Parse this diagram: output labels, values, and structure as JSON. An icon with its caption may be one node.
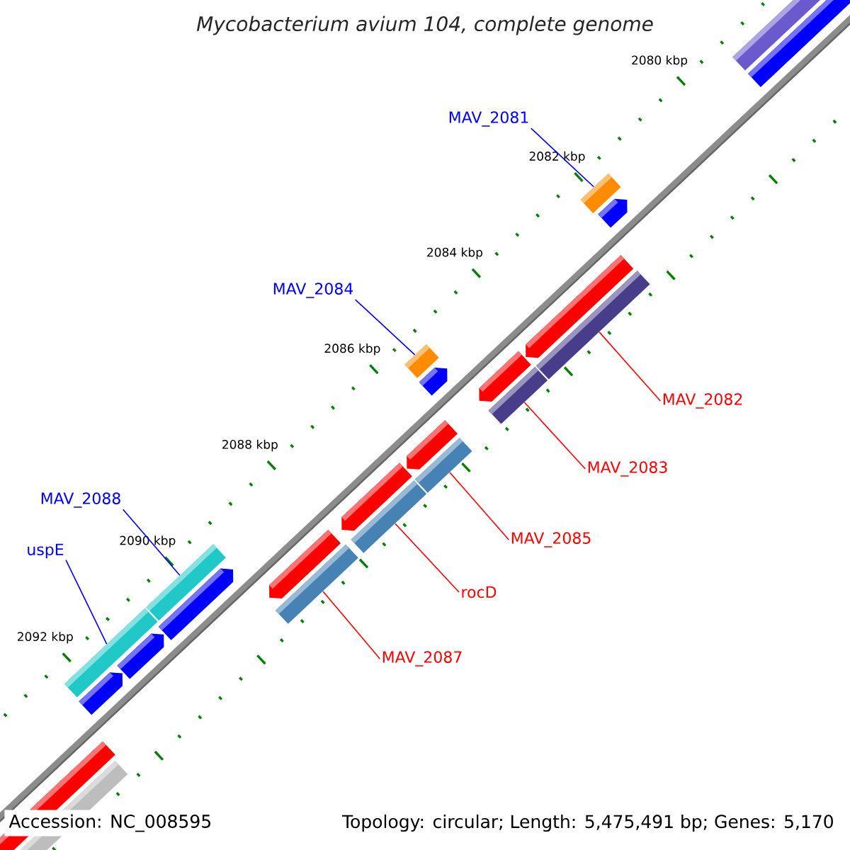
{
  "diagram": {
    "title": "Mycobacterium avium 104, complete genome",
    "nodes": [
      {
        "text": [
          "MAV_2081"
        ]
      },
      {
        "text": [],
        "shape": "bar"
      },
      {
        "text": [
          "MAV_2084"
        ]
      },
      {
        "text": [],
        "shape": "bar"
      },
      {
        "text": [
          "MAV_2088"
        ]
      },
      {
        "text": [],
        "shape": "bar"
      },
      {
        "text": [
          "uspE"
        ]
      },
      {
        "text": [],
        "shape": "bar"
      },
      {
        "text": [
          "MAV_2082"
        ]
      },
      {
        "text": [],
        "shape": "bar"
      },
      {
        "text": [
          "MAV_2083"
        ]
      },
      {
        "text": [],
        "shape": "bar"
      },
      {
        "text": [
          "MAV_2085"
        ]
      },
      {
        "text": [],
        "shape": "bar"
      },
      {
        "text": [
          "rocD"
        ]
      },
      {
        "text": [],
        "shape": "bar"
      },
      {
        "text": [
          "MAV_2087"
        ]
      },
      {
        "text": [],
        "shape": "bar"
      }
    ],
    "edges": [
      {
        "from": 0,
        "to": 1,
        "arrow": "none",
        "color": "#0000ff"
      },
      {
        "from": 2,
        "to": 3,
        "arrow": "none",
        "color": "#0000ff"
      },
      {
        "from": 4,
        "to": 5,
        "arrow": "none",
        "color": "#0000ff"
      },
      {
        "from": 6,
        "to": 7,
        "arrow": "none",
        "color": "#0000ff"
      },
      {
        "from": 8,
        "to": 9,
        "arrow": "none"
      },
      {
        "from": 10,
        "to": 11,
        "arrow": "none"
      },
      {
        "from": 12,
        "to": 13,
        "arrow": "none"
      },
      {
        "from": 14,
        "to": 15,
        "arrow": "none"
      },
      {
        "from": 16,
        "to": 17,
        "arrow": "none"
      }
    ],
    "labels": [
      "2080 kbp",
      "2082 kbp",
      "2084 kbp",
      "2086 kbp",
      "2088 kbp",
      "2090 kbp",
      "2092 kbp",
      "Accession: NC_008595",
      "Topology: circular; Length: 5,475,491 bp; Genes: 5,170"
    ]
  }
}
